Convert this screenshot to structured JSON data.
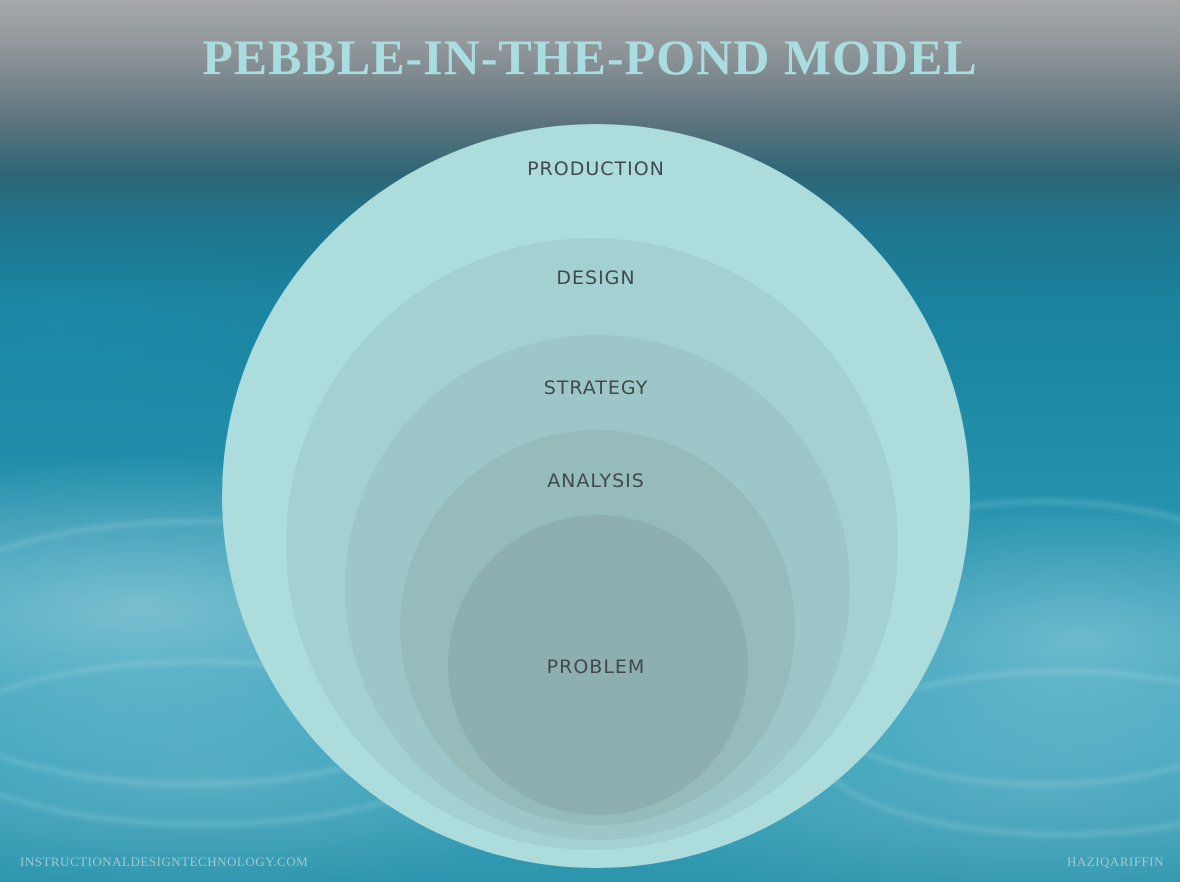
{
  "title": "PEBBLE-IN-THE-POND MODEL",
  "rings": [
    {
      "label": "PRODUCTION"
    },
    {
      "label": "DESIGN"
    },
    {
      "label": "STRATEGY"
    },
    {
      "label": "ANALYSIS"
    },
    {
      "label": "PROBLEM"
    }
  ],
  "colors": {
    "title": "#a9dde0",
    "ring_production": "#addcdd",
    "ring_design": "#a3d0d1",
    "ring_strategy": "#9cc6c7",
    "ring_analysis": "#95bbbb",
    "ring_problem": "#8dafaf",
    "label_text": "#404a4c"
  },
  "footer": {
    "left": "INSTRUCTIONALDESIGNTECHNOLOGY.COM",
    "right": "HAZIQARIFFIN"
  }
}
